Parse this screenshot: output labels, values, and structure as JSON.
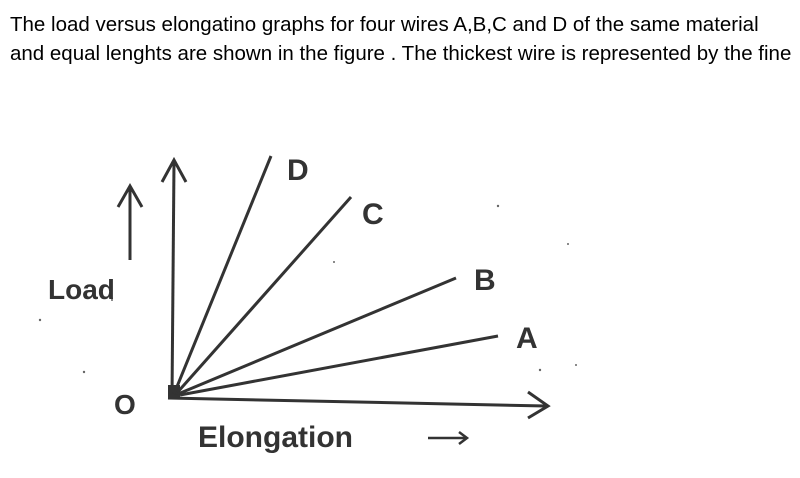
{
  "question": {
    "text": "The load versus elongatino graphs for four wires A,B,C and D of the same material and equal lenghts are shown in the figure . The thickest wire is represented by the fine"
  },
  "figure": {
    "y_axis_label": "Load",
    "x_axis_label": "Elongation",
    "origin_label": "O",
    "lines": [
      {
        "label": "D"
      },
      {
        "label": "C"
      },
      {
        "label": "B"
      },
      {
        "label": "A"
      }
    ]
  },
  "chart_data": {
    "type": "line",
    "title": "",
    "xlabel": "Elongation",
    "ylabel": "Load",
    "origin": "O",
    "series": [
      {
        "name": "D",
        "x": [
          0,
          1.0
        ],
        "y": [
          0,
          2.35
        ]
      },
      {
        "name": "C",
        "x": [
          0,
          1.8
        ],
        "y": [
          0,
          1.95
        ]
      },
      {
        "name": "B",
        "x": [
          0,
          2.85
        ],
        "y": [
          0,
          1.15
        ]
      },
      {
        "name": "A",
        "x": [
          0,
          3.2
        ],
        "y": [
          0,
          0.6
        ]
      }
    ],
    "grid": false,
    "legend": "inline labels at line ends"
  }
}
